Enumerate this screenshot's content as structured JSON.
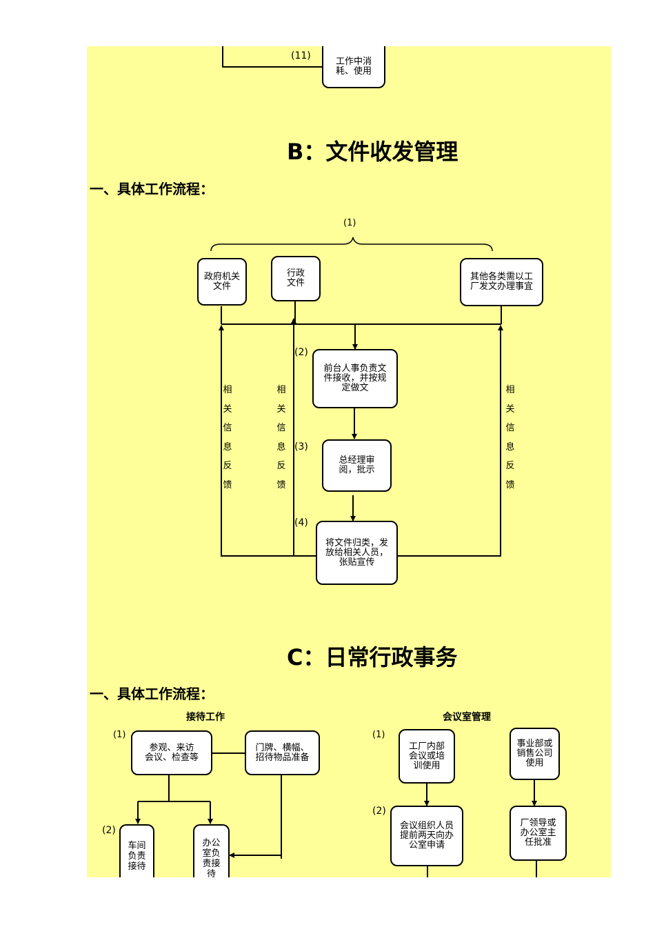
{
  "top_fragment": {
    "label": "(11)",
    "box": "工作中消\n耗、使用"
  },
  "section_b": {
    "title": "B：文件收发管理",
    "subtitle": "一、具体工作流程：",
    "brace_label": "(1)",
    "sources": [
      "政府机关\n文件",
      "行政\n文件",
      "其他各类需以工\n厂发文办理事宜"
    ],
    "steps": [
      {
        "num": "(2)",
        "text": "前台人事负责文\n件接收，并按规\n定做文"
      },
      {
        "num": "(3)",
        "text": "总经理审\n阅，批示"
      },
      {
        "num": "(4)",
        "text": "将文件归类，发\n放给相关人员，\n张贴宣传"
      }
    ],
    "feedback": "相关信息反馈"
  },
  "section_c": {
    "title": "C：日常行政事务",
    "subtitle": "一、具体工作流程：",
    "reception": {
      "heading": "接待工作",
      "num1": "(1)",
      "visit": "参观、来访\n会议、检查等",
      "prep": "门牌、横幅、\n招待物品准备",
      "num2": "(2)",
      "workshop": "车间\n负责\n接待",
      "office": "办公\n室负\n责接\n待"
    },
    "meeting_room": {
      "heading": "会议室管理",
      "num1": "(1)",
      "internal": "工厂内部\n会议或培\n训使用",
      "division": "事业部或\n销售公司\n使用",
      "num2": "(2)",
      "apply": "会议组织人员\n提前两天向办\n公室申请",
      "approve": "厂领导或\n办公室主\n任批准"
    }
  }
}
